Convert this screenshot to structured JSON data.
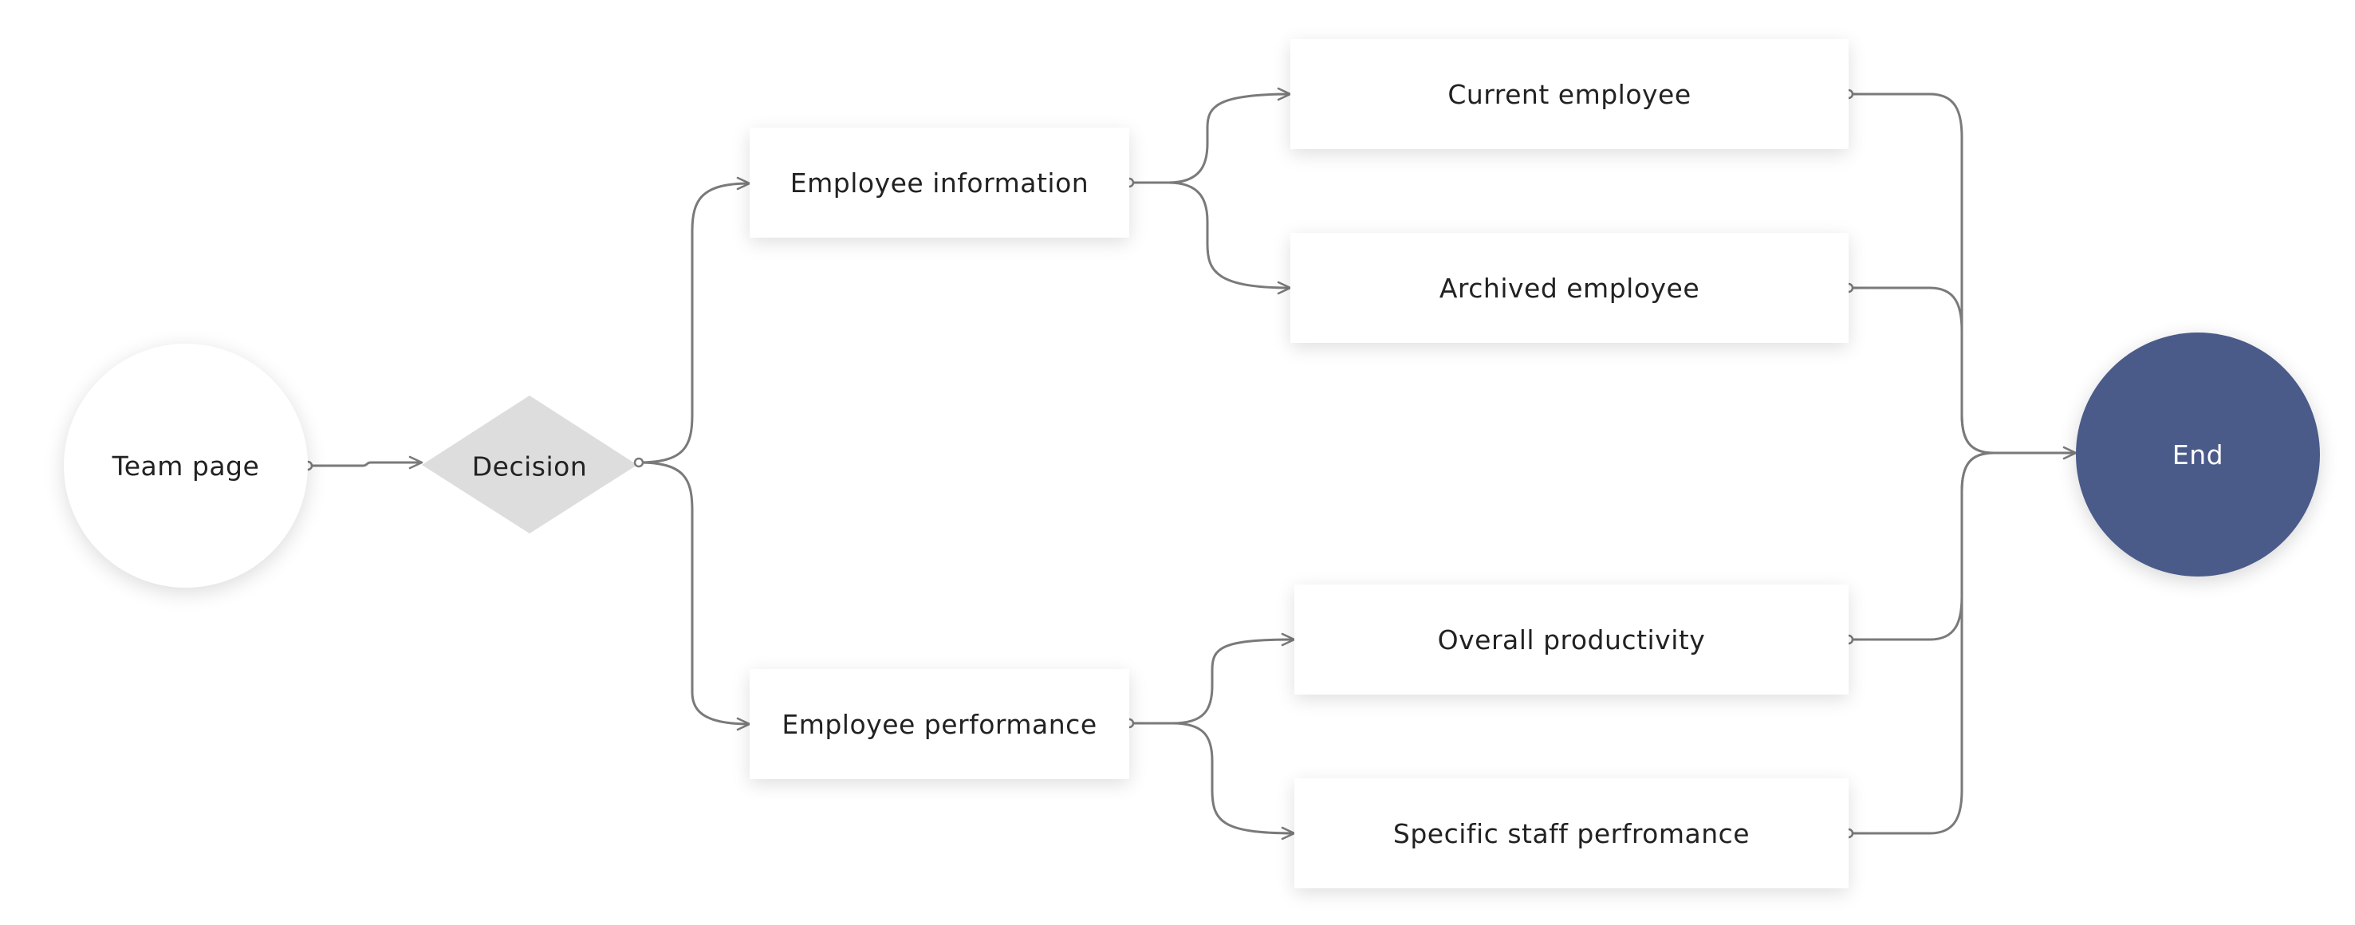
{
  "diagram": {
    "colors": {
      "connector": "#7a7a7a",
      "decision_fill": "#dddddd",
      "end_fill": "#4a5b8a",
      "node_fill": "#ffffff",
      "text": "#222222",
      "end_text": "#ffffff"
    },
    "nodes": {
      "team_page": "Team page",
      "decision": "Decision",
      "employee_information": "Employee information",
      "employee_performance": "Employee performance",
      "current_employee": "Current employee",
      "archived_employee": "Archived employee",
      "overall_productivity": "Overall productivity",
      "specific_staff_performance": "Specific staff perfromance",
      "end": "End"
    }
  }
}
